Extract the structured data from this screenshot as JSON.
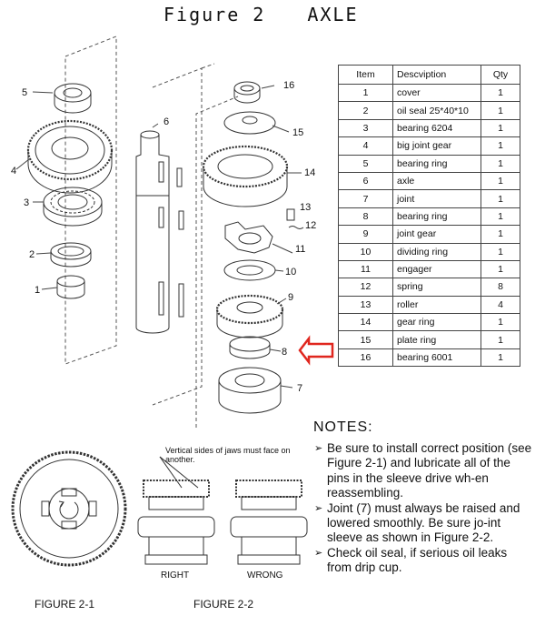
{
  "title": {
    "figure": "Figure 2",
    "name": "AXLE"
  },
  "table": {
    "headers": {
      "item": "Item",
      "desc": "Descviption",
      "qty": "Qty"
    },
    "rows": [
      {
        "item": "1",
        "desc": "cover",
        "qty": "1"
      },
      {
        "item": "2",
        "desc": "oil seal 25*40*10",
        "qty": "1"
      },
      {
        "item": "3",
        "desc": "bearing 6204",
        "qty": "1"
      },
      {
        "item": "4",
        "desc": "big joint gear",
        "qty": "1"
      },
      {
        "item": "5",
        "desc": "bearing ring",
        "qty": "1"
      },
      {
        "item": "6",
        "desc": "axle",
        "qty": "1"
      },
      {
        "item": "7",
        "desc": "joint",
        "qty": "1"
      },
      {
        "item": "8",
        "desc": "bearing ring",
        "qty": "1"
      },
      {
        "item": "9",
        "desc": "joint gear",
        "qty": "1"
      },
      {
        "item": "10",
        "desc": "dividing ring",
        "qty": "1"
      },
      {
        "item": "11",
        "desc": "engager",
        "qty": "1"
      },
      {
        "item": "12",
        "desc": "spring",
        "qty": "8"
      },
      {
        "item": "13",
        "desc": "roller",
        "qty": "4"
      },
      {
        "item": "14",
        "desc": "gear ring",
        "qty": "1"
      },
      {
        "item": "15",
        "desc": "plate ring",
        "qty": "1"
      },
      {
        "item": "16",
        "desc": "bearing 6001",
        "qty": "1"
      }
    ]
  },
  "callouts": [
    "1",
    "2",
    "3",
    "4",
    "5",
    "6",
    "7",
    "8",
    "9",
    "10",
    "11",
    "12",
    "13",
    "14",
    "15",
    "16"
  ],
  "notes": {
    "title": "NOTES:",
    "items": [
      "Be sure to install correct position (see Figure 2-1) and lubricate all of the pins in the sleeve drive wh-en reassembling.",
      "Joint (7) must always be raised and lowered smoothly. Be sure jo-int sleeve as shown in Figure 2-2.",
      "Check oil seal, if serious oil leaks from drip cup."
    ]
  },
  "figure2": {
    "jaw_note": "Vertical sides of jaws must face on another.",
    "right_label": "RIGHT",
    "wrong_label": "WRONG"
  },
  "captions": {
    "fig21": "FIGURE 2-1",
    "fig22": "FIGURE 2-2"
  },
  "colors": {
    "highlight_arrow": "#e0261e",
    "line": "#333333"
  }
}
